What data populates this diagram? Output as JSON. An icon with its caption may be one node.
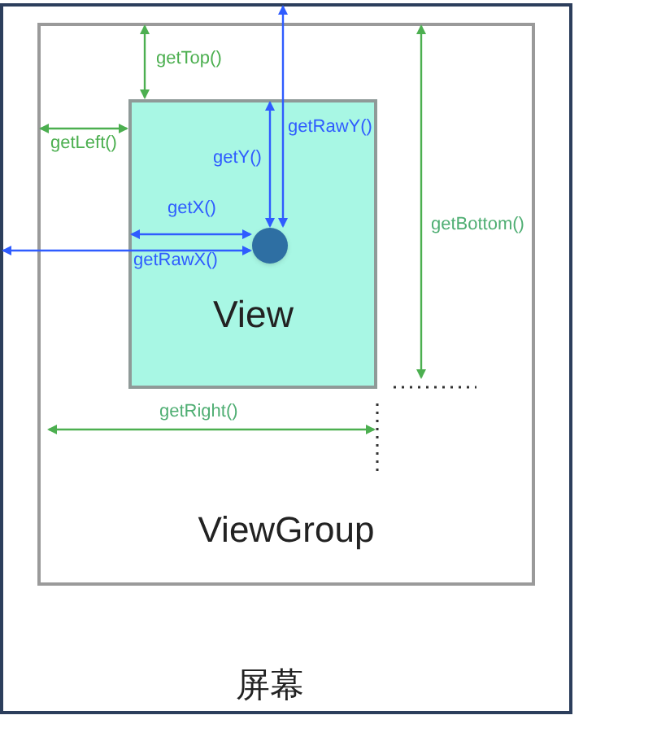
{
  "diagram": {
    "nodes": [
      {
        "text": [
          "屏幕"
        ]
      },
      {
        "text": [
          "ViewGroup"
        ],
        "in": 0
      },
      {
        "text": [
          "View"
        ],
        "in": 1
      },
      {
        "text": [],
        "shape": "circle",
        "in": 2
      }
    ],
    "edges": [
      {
        "from": 1,
        "to": 2,
        "arrow": "both",
        "label": "getTop()",
        "color": "#4caf50"
      },
      {
        "from": 1,
        "to": 2,
        "arrow": "both",
        "label": "getLeft()",
        "color": "#4caf50"
      },
      {
        "from": 0,
        "to": 3,
        "arrow": "both",
        "label": "getRawY()",
        "color": "#2f5cff"
      },
      {
        "from": 2,
        "to": 3,
        "arrow": "both",
        "label": "getY()",
        "color": "#2f5cff"
      },
      {
        "from": 2,
        "to": 3,
        "arrow": "both",
        "label": "getX()",
        "color": "#2f5cff"
      },
      {
        "from": 0,
        "to": 3,
        "arrow": "both",
        "label": "getRawX()",
        "color": "#2f5cff"
      }
    ],
    "labels": [
      "getBottom()",
      "getRight()"
    ]
  }
}
